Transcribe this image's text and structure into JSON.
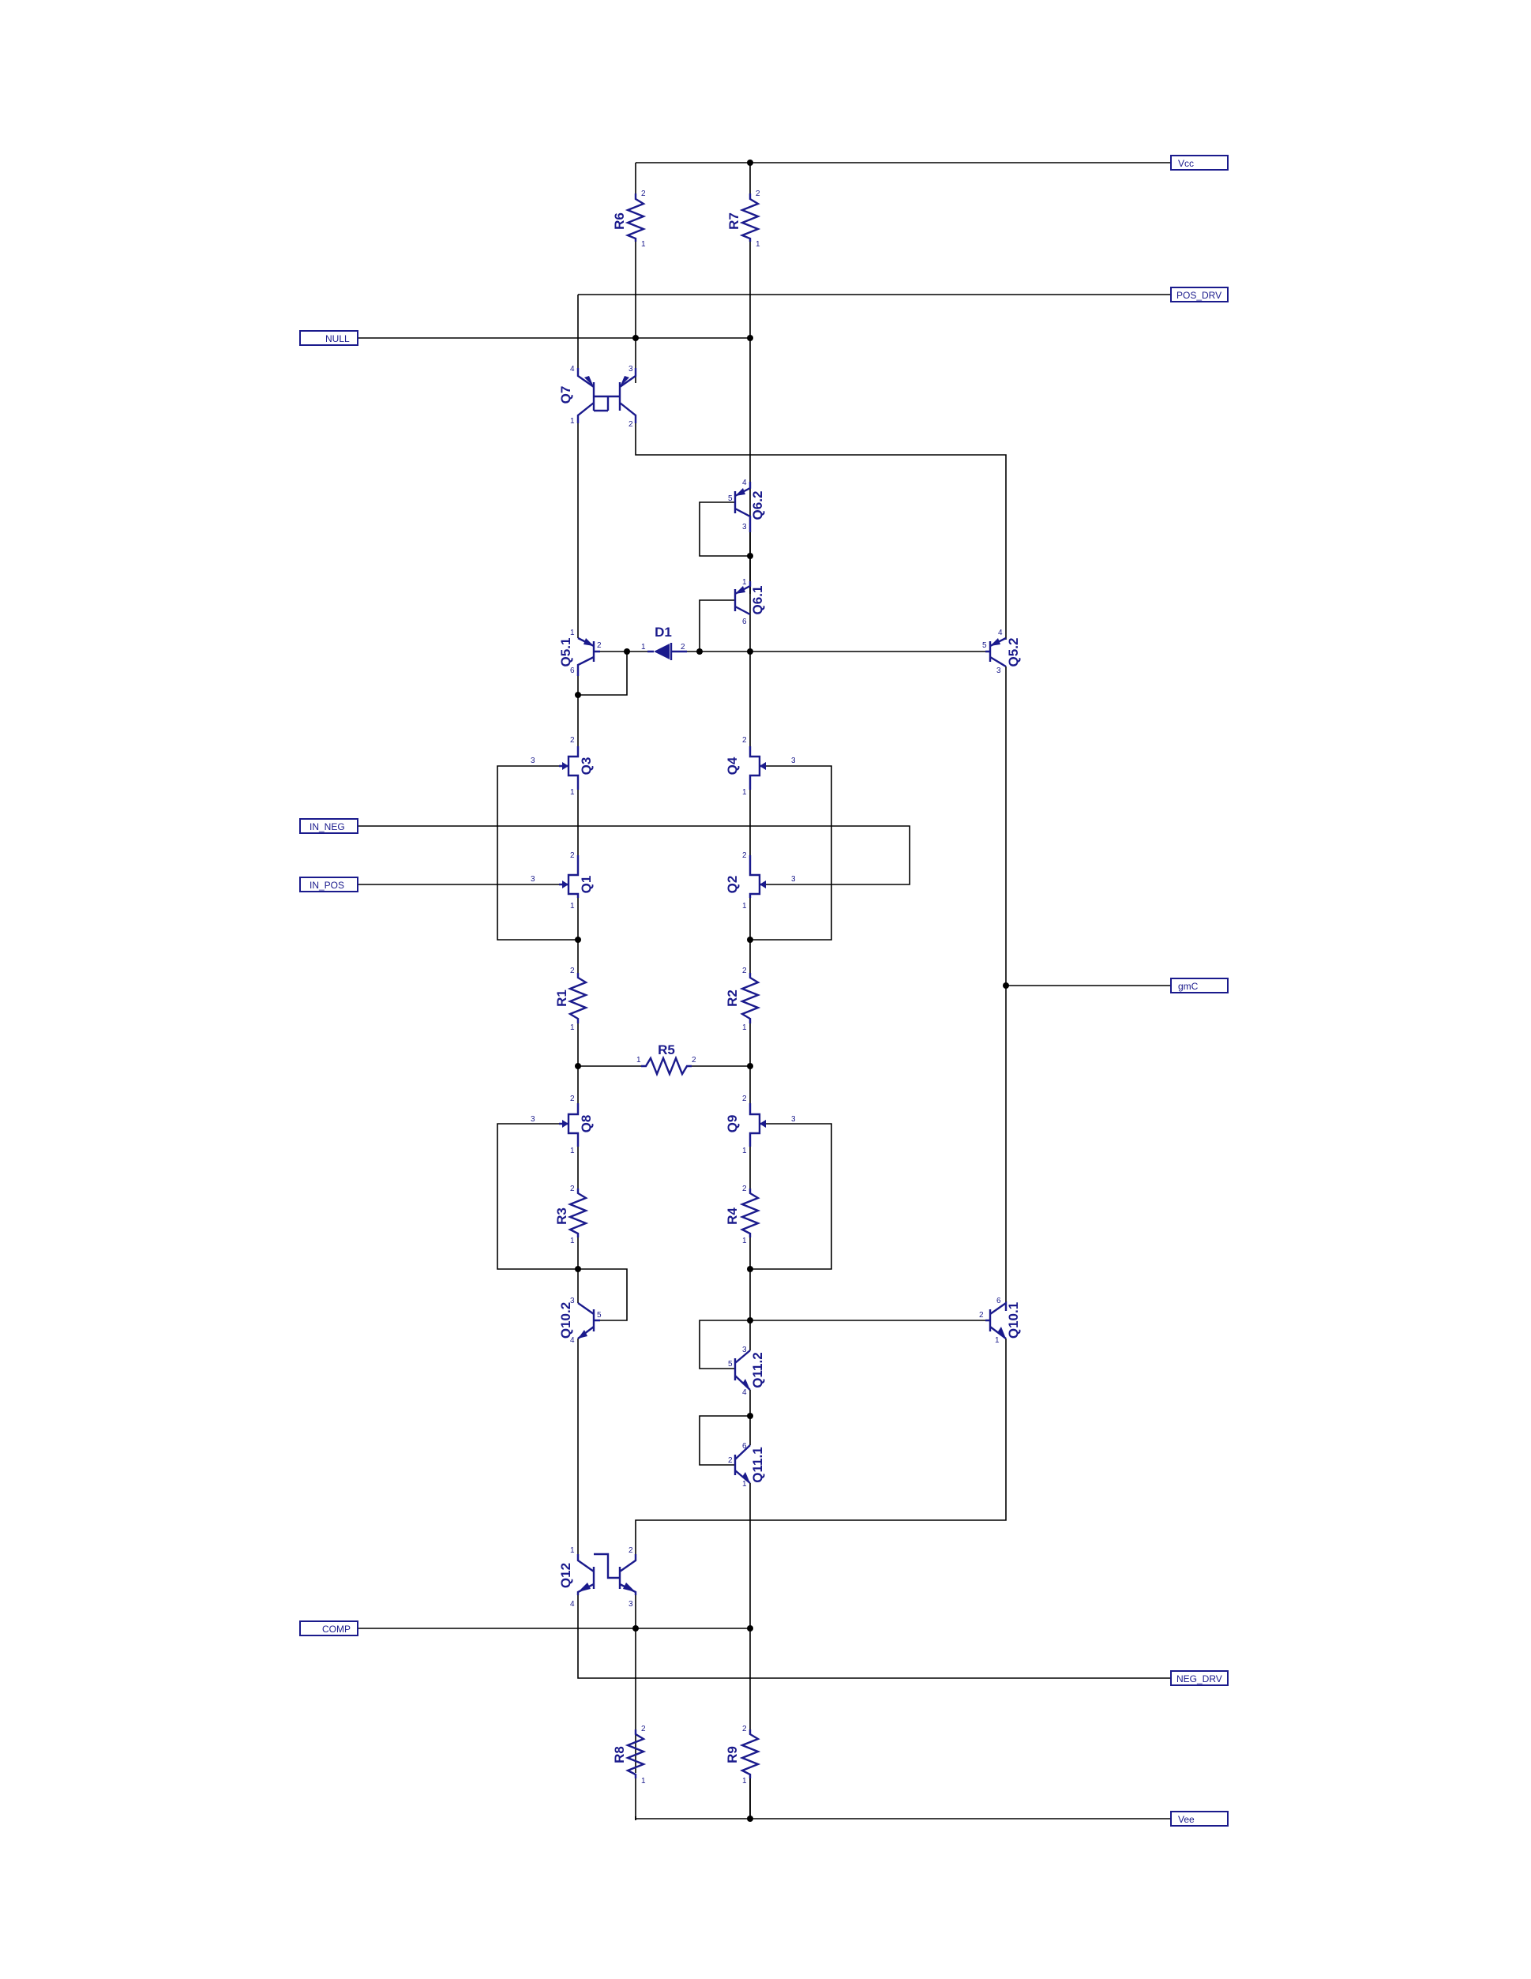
{
  "ports": {
    "vcc": "Vcc",
    "pos_drv": "POS_DRV",
    "null": "NULL",
    "in_neg": "IN_NEG",
    "in_pos": "IN_POS",
    "gmc": "gmC",
    "comp": "COMP",
    "neg_drv": "NEG_DRV",
    "vee": "Vee"
  },
  "resistors": {
    "r1": "R1",
    "r2": "R2",
    "r3": "R3",
    "r4": "R4",
    "r5": "R5",
    "r6": "R6",
    "r7": "R7",
    "r8": "R8",
    "r9": "R9"
  },
  "transistors": {
    "q1": "Q1",
    "q2": "Q2",
    "q3": "Q3",
    "q4": "Q4",
    "q5_1": "Q5.1",
    "q5_2": "Q5.2",
    "q6_1": "Q6.1",
    "q6_2": "Q6.2",
    "q7": "Q7",
    "q8": "Q8",
    "q9": "Q9",
    "q10_1": "Q10.1",
    "q10_2": "Q10.2",
    "q11_1": "Q11.1",
    "q11_2": "Q11.2",
    "q12": "Q12"
  },
  "diodes": {
    "d1": "D1"
  },
  "colors": {
    "component": "#1a1a8c",
    "wire": "#000000",
    "background": "#ffffff"
  }
}
